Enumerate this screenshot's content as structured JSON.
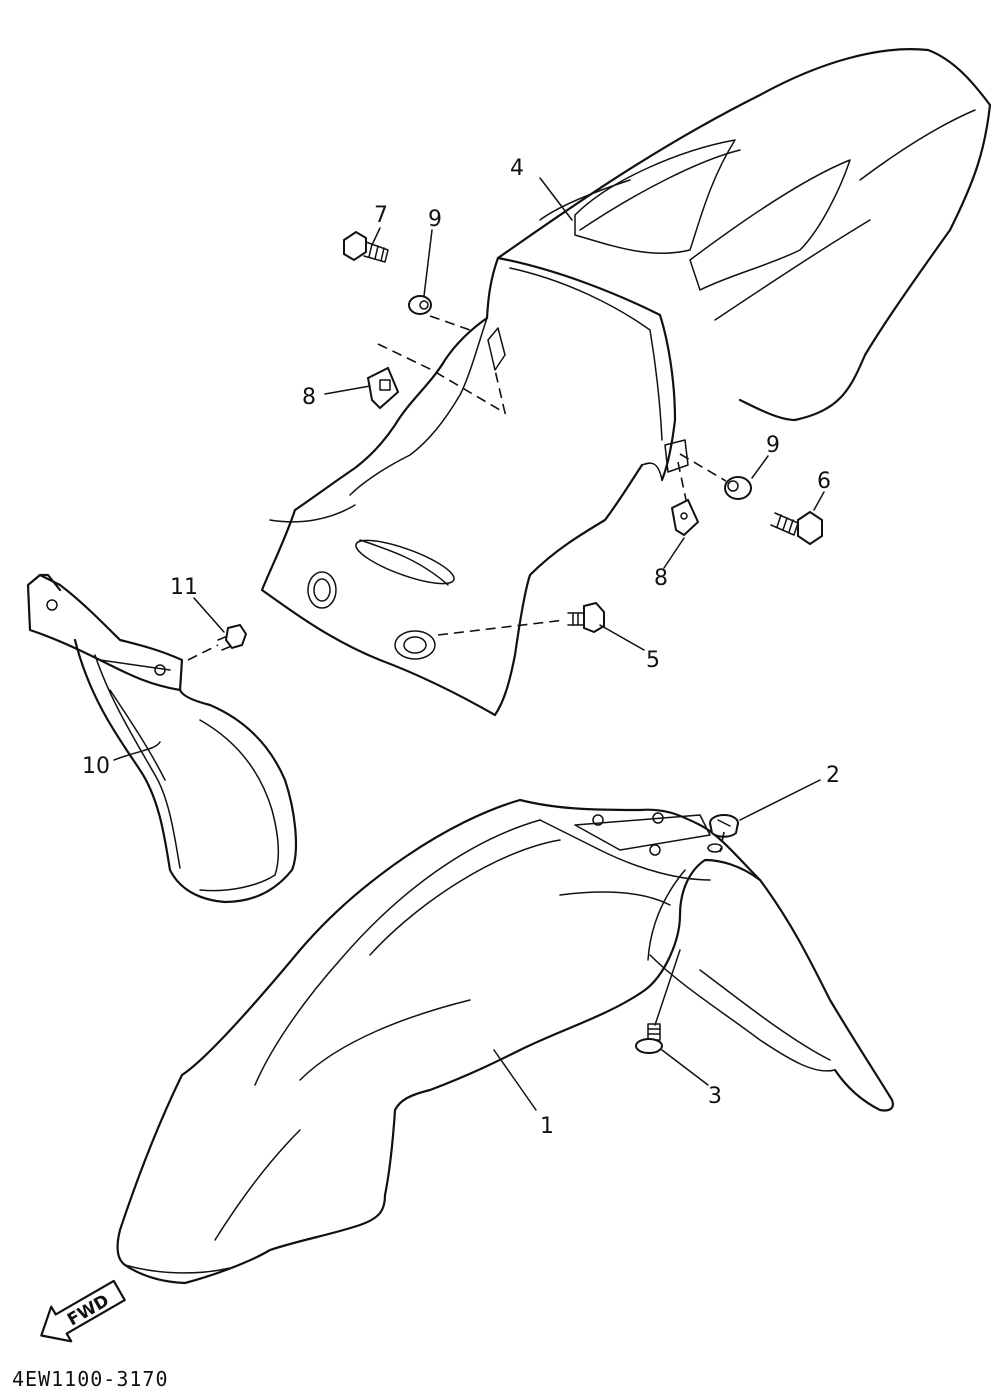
{
  "diagram": {
    "drawing_code": "4EW1100-3170",
    "direction_arrow": {
      "label": "FWD",
      "icon": "forward-arrow-icon"
    },
    "callouts": [
      "1",
      "2",
      "3",
      "4",
      "5",
      "6",
      "7",
      "8",
      "8",
      "9",
      "9",
      "10",
      "11"
    ]
  }
}
